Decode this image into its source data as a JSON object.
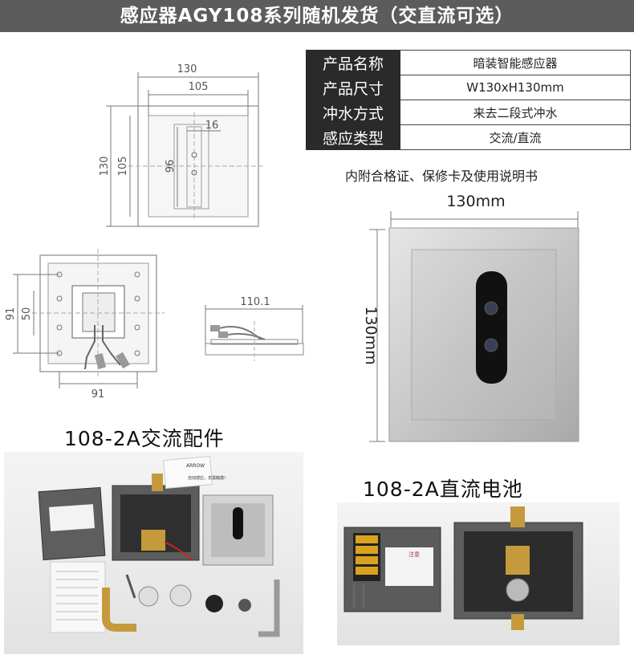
{
  "banner": {
    "title": "感应器AGY108系列随机发货（交直流可选）"
  },
  "spec_table": {
    "rows": [
      {
        "key": "产品名称",
        "value": "暗装智能感应器"
      },
      {
        "key": "产品尺寸",
        "value": "W130xH130mm"
      },
      {
        "key": "冲水方式",
        "value": "来去二段式冲水"
      },
      {
        "key": "感应类型",
        "value": "交流/直流"
      }
    ]
  },
  "note": "内附合格证、保修卡及使用说明书",
  "drawing": {
    "front": {
      "w130": "130",
      "w105": "105",
      "w16": "16",
      "h130": "130",
      "h105": "105",
      "h96": "96"
    },
    "back": {
      "h91": "91",
      "h50": "50",
      "w91": "91"
    },
    "side": {
      "w110": "110.1"
    }
  },
  "product": {
    "width_label": "130mm",
    "height_label": "130mm"
  },
  "photos": {
    "ac_title": "108-2A交流配件",
    "dc_title": "108-2A直流电池",
    "card_brand": "ARROW",
    "card_line1": "自动感应，无需触摸！",
    "box_label": "注意"
  },
  "colors": {
    "banner": "#5c5c5c",
    "key_cell": "#2a2a2a",
    "panel_steel": "#c9c9c9"
  }
}
